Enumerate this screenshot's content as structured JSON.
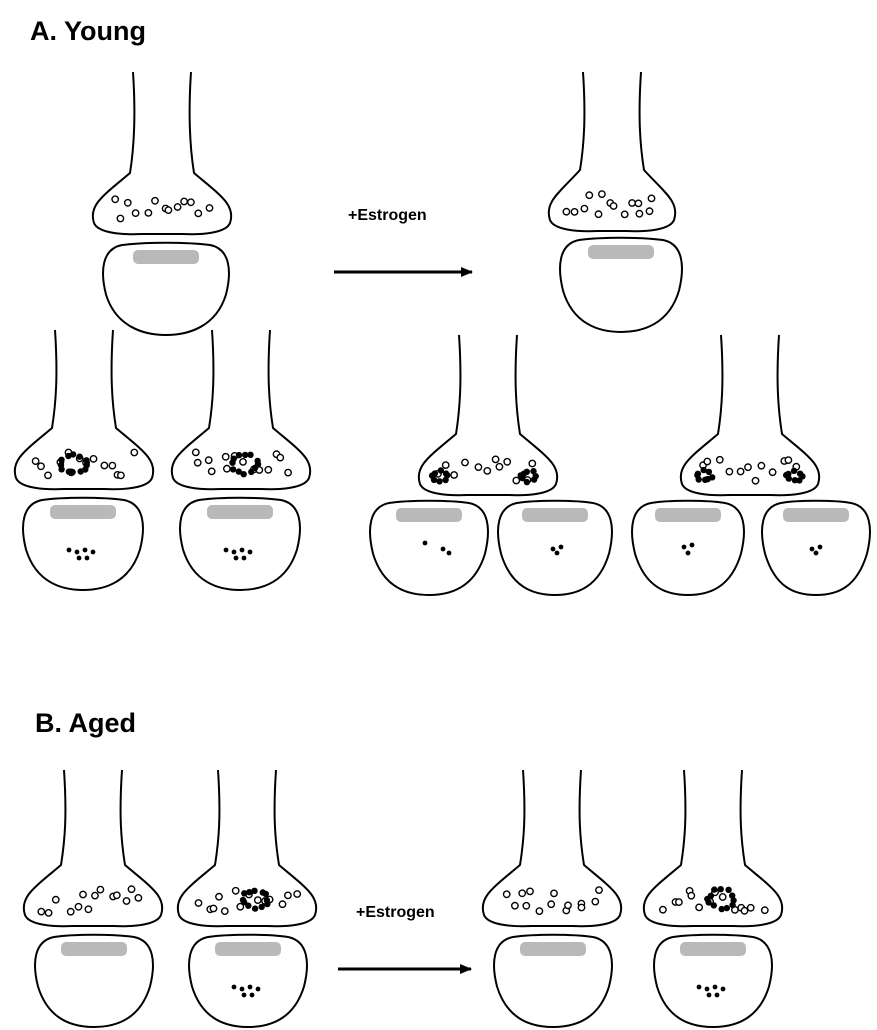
{
  "panels": {
    "young": {
      "title": "A. Young",
      "arrow_label": "+Estrogen"
    },
    "aged": {
      "title": "B. Aged",
      "arrow_label": "+Estrogen"
    }
  },
  "colors": {
    "ink": "#000000",
    "postsynaptic_density": "#b9b9b9"
  }
}
